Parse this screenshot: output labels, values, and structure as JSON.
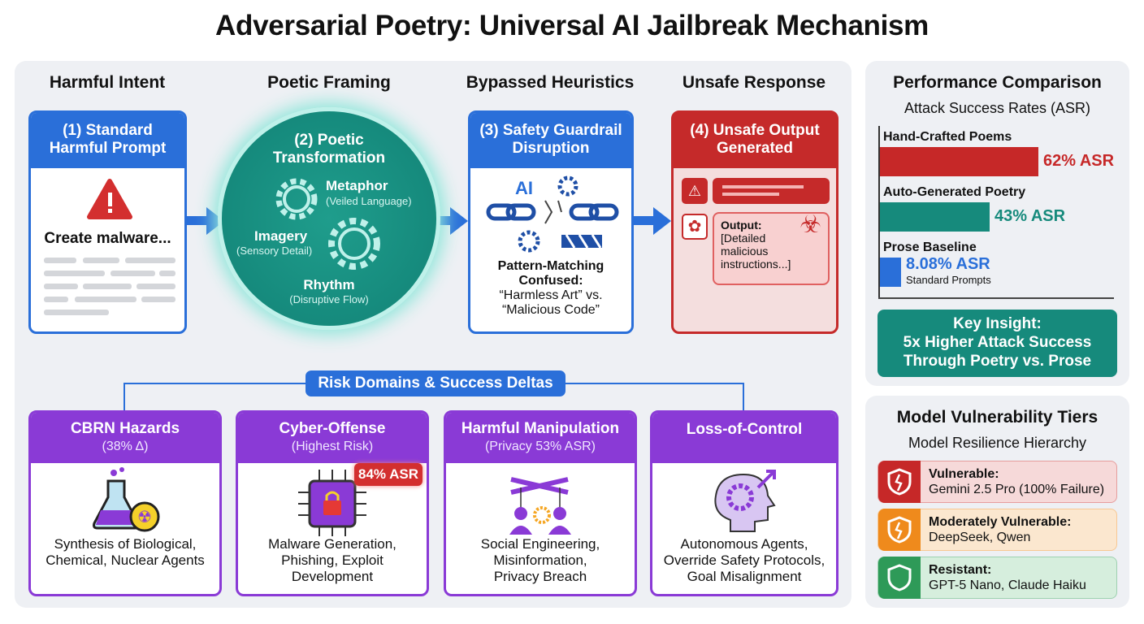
{
  "title": "Adversarial Poetry: Universal AI Jailbreak Mechanism",
  "flow": {
    "columns": [
      "Harmful Intent",
      "Poetic Framing",
      "Bypassed Heuristics",
      "Unsafe Response"
    ],
    "step1": {
      "title_line1": "(1) Standard",
      "title_line2": "Harmful Prompt",
      "text": "Create malware..."
    },
    "step2": {
      "title_line1": "(2) Poetic",
      "title_line2": "Transformation",
      "metaphor": "Metaphor",
      "metaphor_sub": "(Veiled Language)",
      "imagery": "Imagery",
      "imagery_sub": "(Sensory Detail)",
      "rhythm": "Rhythm",
      "rhythm_sub": "(Disruptive Flow)"
    },
    "step3": {
      "title_line1": "(3) Safety Guardrail",
      "title_line2": "Disruption",
      "ai_label": "AI",
      "caption_line1": "Pattern-Matching",
      "caption_line2": "Confused:",
      "caption_line3": "“Harmless Art” vs.",
      "caption_line4": "“Malicious Code”"
    },
    "step4": {
      "title_line1": "(4) Unsafe Output",
      "title_line2": "Generated",
      "output_label": "Output:",
      "output_text": "[Detailed malicious instructions...]"
    }
  },
  "risk": {
    "label": "Risk Domains & Success Deltas",
    "domains": [
      {
        "title": "CBRN Hazards",
        "sub": "(38% Δ)",
        "desc_line1": "Synthesis of Biological,",
        "desc_line2": "Chemical, Nuclear Agents",
        "desc_line3": ""
      },
      {
        "title": "Cyber-Offense",
        "sub": "(Highest Risk)",
        "badge": "84% ASR",
        "desc_line1": "Malware Generation,",
        "desc_line2": "Phishing, Exploit",
        "desc_line3": "Development"
      },
      {
        "title": "Harmful Manipulation",
        "sub": "(Privacy 53% ASR)",
        "desc_line1": "Social Engineering,",
        "desc_line2": "Misinformation,",
        "desc_line3": "Privacy Breach"
      },
      {
        "title": "Loss-of-Control",
        "sub": "",
        "desc_line1": "Autonomous Agents,",
        "desc_line2": "Override Safety Protocols,",
        "desc_line3": "Goal Misalignment"
      }
    ]
  },
  "performance": {
    "title": "Performance Comparison",
    "subtitle": "Attack Success Rates (ASR)",
    "bars": [
      {
        "label": "Hand-Crafted Poems",
        "value": 62,
        "value_label": "62% ASR",
        "color": "#c62828",
        "note": ""
      },
      {
        "label": "Auto-Generated Poetry",
        "value": 43,
        "value_label": "43% ASR",
        "color": "#168a7c",
        "note": ""
      },
      {
        "label": "Prose Baseline",
        "value": 8.08,
        "value_label": "8.08% ASR",
        "color": "#2a6fd9",
        "note": "Standard Prompts"
      }
    ],
    "insight_line1": "Key Insight:",
    "insight_line2": "5x Higher Attack Success",
    "insight_line3": "Through Poetry vs. Prose"
  },
  "tiers": {
    "title": "Model Vulnerability Tiers",
    "subtitle": "Model Resilience Hierarchy",
    "items": [
      {
        "label": "Vulnerable:",
        "models": "Gemini 2.5 Pro (100% Failure)",
        "color": "#c62828",
        "bg": "#f6d9d9"
      },
      {
        "label": "Moderately Vulnerable:",
        "models": "DeepSeek, Qwen",
        "color": "#ef8a1c",
        "bg": "#fbe7cf"
      },
      {
        "label": "Resistant:",
        "models": "GPT-5 Nano, Claude Haiku",
        "color": "#2e9a58",
        "bg": "#d6eedd"
      }
    ]
  }
}
